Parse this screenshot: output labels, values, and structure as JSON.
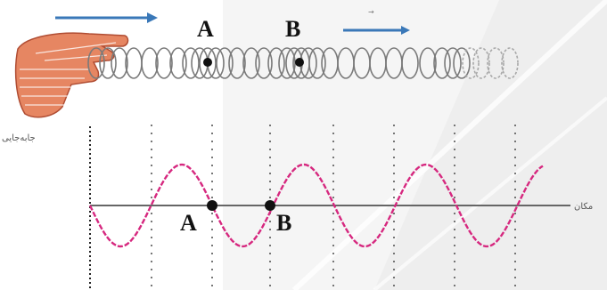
{
  "spring": {
    "labels": {
      "a": "A",
      "b": "B"
    }
  },
  "wave": {
    "labels": {
      "a": "A",
      "b": "B"
    },
    "axis_label_horizontal": "مکان",
    "axis_label_vertical": "جابه‌جایی"
  },
  "colors": {
    "wave": "#d6287f",
    "spring": "#7a7a7a",
    "axis": "#666666",
    "arrow": "#3a78b8",
    "hand": "#d2613d"
  }
}
